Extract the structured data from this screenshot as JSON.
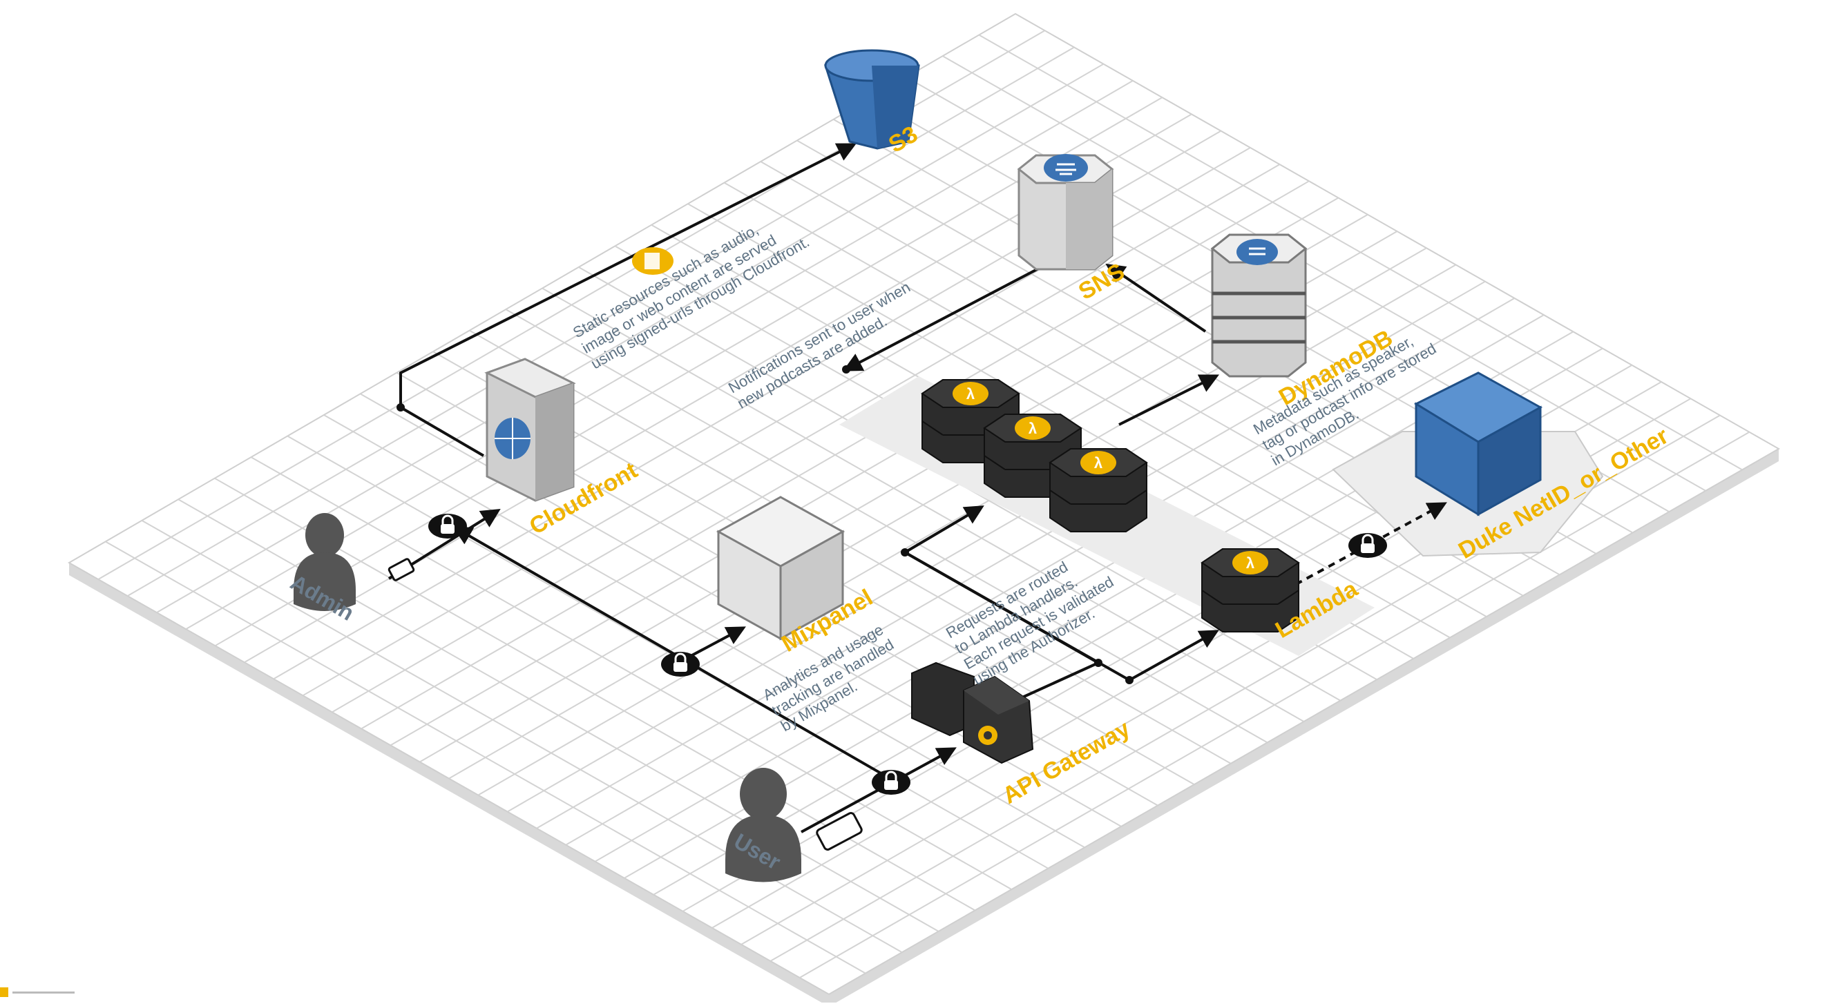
{
  "services": {
    "s3": "S3",
    "sns": "SNS",
    "dynamodb": "DynamoDB",
    "cloudfront": "Cloudfront",
    "mixpanel": "Mixpanel",
    "lambda": "Lambda",
    "api_gateway": "API Gateway",
    "duke": "Duke NetID_or_Other"
  },
  "actors": {
    "admin": "Admin",
    "user": "User"
  },
  "notes": {
    "static": [
      "Static resources such as audio,",
      "image or web content are served",
      "using signed-urls through Cloudfront."
    ],
    "notifications": [
      "Notifications sent to user when",
      "new podcasts are added."
    ],
    "metadata": [
      "Metadata such as speaker,",
      "tag or podcast info are stored",
      "in DynamoDB."
    ],
    "requests": [
      "Requests are routed",
      "to Lambda handlers.",
      "Each request is validated",
      "using the Authorizer."
    ],
    "analytics": [
      "Analytics and usage",
      "tracking are handled",
      "by Mixpanel."
    ]
  },
  "icons": {
    "lock": "lock-icon",
    "lambda": "lambda-icon",
    "phone": "phone-icon",
    "tablet": "tablet-icon",
    "gear": "gear-icon",
    "globe": "globe-icon",
    "database": "database-icon",
    "document": "document-icon"
  },
  "colors": {
    "accent": "#f0b400",
    "aws_blue": "#3b73b4",
    "dark_block": "#2e2e2e",
    "grid_line": "#d3d3d3",
    "label_gray": "#6b7c8c"
  }
}
